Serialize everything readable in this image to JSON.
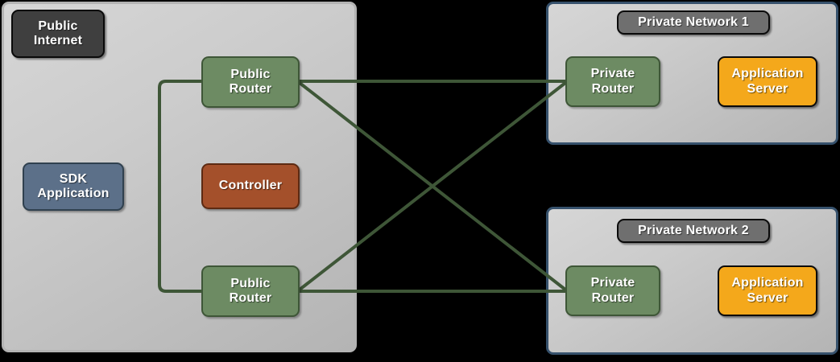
{
  "diagram": {
    "title": "Public Internet to Private Networks topology",
    "colors": {
      "public_zone_border": "#b3b3b3",
      "private_zone_border": "#36516c",
      "zone_fill_light": "#d6d6d6",
      "zone_fill_dark": "#b4b4b4",
      "router_green": "#6d8b63",
      "router_green_border": "#3e5637",
      "controller_rust": "#a4502b",
      "sdk_slate": "#5c7089",
      "appserver_orange": "#f4a81b",
      "label_dark": "#3f3f3f",
      "chip_gray": "#6f6f6f",
      "link_green": "#3e5637",
      "background": "#000000"
    }
  },
  "zones": {
    "public": {
      "name": "Public Internet",
      "label": "Public\nInternet",
      "nodes": {
        "sdk_application": "SDK\nApplication",
        "public_router_top": "Public\nRouter",
        "controller": "Controller",
        "public_router_bottom": "Public\nRouter"
      }
    },
    "private1": {
      "name": "Private Network 1",
      "label": "Private Network 1",
      "nodes": {
        "private_router": "Private\nRouter",
        "application_server": "Application\nServer"
      }
    },
    "private2": {
      "name": "Private Network 2",
      "label": "Private Network 2",
      "nodes": {
        "private_router": "Private\nRouter",
        "application_server": "Application\nServer"
      }
    }
  },
  "links": [
    {
      "id": "pubtop-priv1",
      "from": "public_router_top",
      "to": "private1_router",
      "style": "straight"
    },
    {
      "id": "pubtop-priv2",
      "from": "public_router_top",
      "to": "private2_router",
      "style": "diagonal"
    },
    {
      "id": "pubbot-priv1",
      "from": "public_router_bottom",
      "to": "private1_router",
      "style": "diagonal"
    },
    {
      "id": "pubbot-priv2",
      "from": "public_router_bottom",
      "to": "private2_router",
      "style": "straight"
    },
    {
      "id": "pubtop-pubbot",
      "from": "public_router_top",
      "to": "public_router_bottom",
      "style": "orthogonal-left"
    }
  ]
}
